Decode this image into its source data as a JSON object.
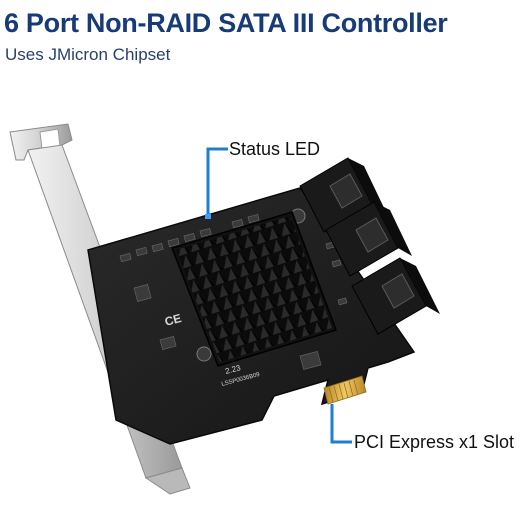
{
  "header": {
    "title": "6 Port Non-RAID SATA III Controller",
    "subtitle": "Uses JMicron Chipset"
  },
  "callouts": {
    "status_led": "Status LED",
    "pci_slot": "PCI Express x1 Slot"
  },
  "board_marks": {
    "ce": "CE",
    "version": "2.23",
    "board_code": "LSSP0036B09"
  },
  "colors": {
    "title": "#173a78",
    "callout_line": "#1e7fd0",
    "pcb": "#1d1d1d",
    "heatsink": "#101010",
    "gold_contacts": "#d4a63a",
    "bracket": "#c9c9c9"
  }
}
